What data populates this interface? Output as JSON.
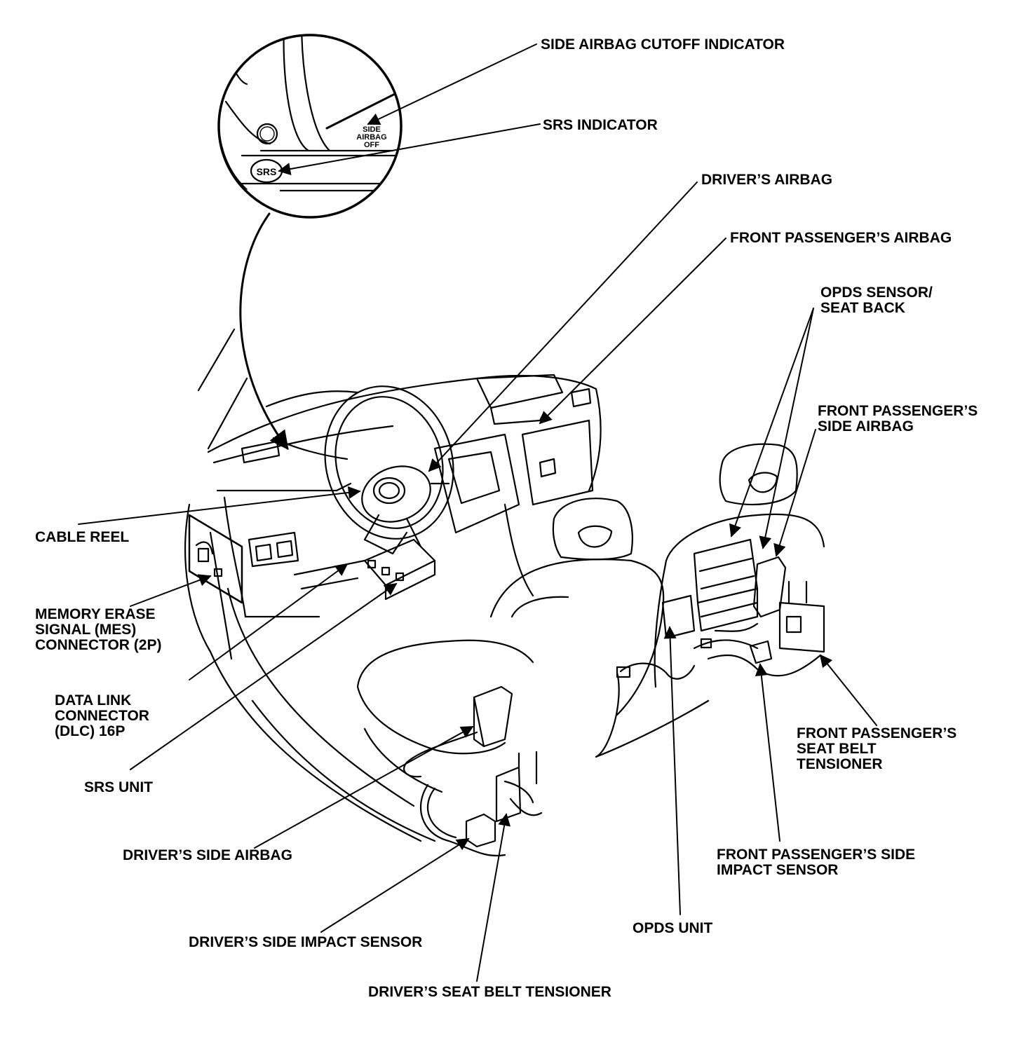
{
  "labels": {
    "side_airbag_cutoff_indicator": "SIDE AIRBAG CUTOFF INDICATOR",
    "srs_indicator": "SRS INDICATOR",
    "drivers_airbag": "DRIVER’S AIRBAG",
    "front_passengers_airbag": "FRONT PASSENGER’S AIRBAG",
    "opds_sensor_line1": "OPDS SENSOR/",
    "opds_sensor_line2": "SEAT BACK",
    "front_passengers_side_airbag_line1": "FRONT PASSENGER’S",
    "front_passengers_side_airbag_line2": "SIDE AIRBAG",
    "cable_reel": "CABLE REEL",
    "mes_line1": "MEMORY ERASE",
    "mes_line2": "SIGNAL (MES)",
    "mes_line3": "CONNECTOR (2P)",
    "dlc_line1": "DATA LINK",
    "dlc_line2": "CONNECTOR",
    "dlc_line3": "(DLC) 16P",
    "srs_unit": "SRS UNIT",
    "fp_seat_belt_tensioner_line1": "FRONT PASSENGER’S",
    "fp_seat_belt_tensioner_line2": "SEAT BELT",
    "fp_seat_belt_tensioner_line3": "TENSIONER",
    "drivers_side_airbag": "DRIVER’S SIDE AIRBAG",
    "fp_side_impact_sensor_line1": "FRONT PASSENGER’S SIDE",
    "fp_side_impact_sensor_line2": "IMPACT SENSOR",
    "opds_unit": "OPDS UNIT",
    "drivers_side_impact_sensor": "DRIVER’S SIDE IMPACT SENSOR",
    "drivers_seat_belt_tensioner": "DRIVER’S SEAT BELT TENSIONER"
  },
  "gauge": {
    "side_line1": "SIDE",
    "side_line2": "AIRBAG",
    "side_line3": "OFF",
    "srs_badge": "SRS"
  },
  "colors": {
    "ink": "#000000",
    "paper": "#ffffff"
  }
}
